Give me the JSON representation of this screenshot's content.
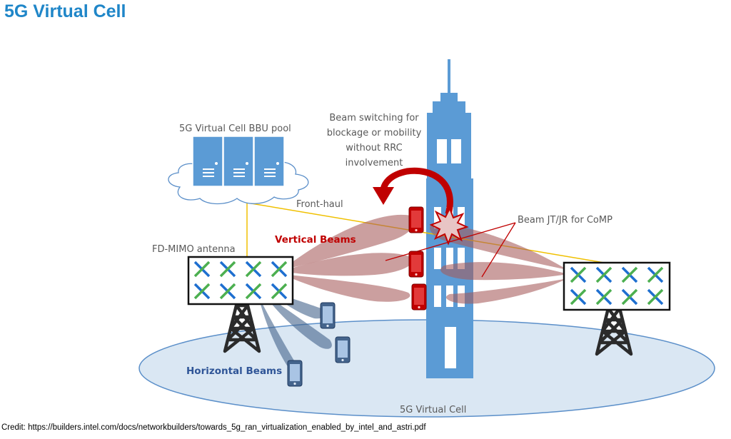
{
  "title": "5G Virtual Cell",
  "labels": {
    "bbu_pool": "5G Virtual Cell BBU pool",
    "beam_switching": [
      "Beam switching  for",
      "blockage or mobility",
      "without RRC",
      "involvement"
    ],
    "front_haul": "Front-haul",
    "beam_jt": "Beam JT/JR for CoMP",
    "fd_mimo": "FD-MIMO antenna",
    "vertical_beams": "Vertical Beams",
    "horizontal_beams": "Horizontal Beams",
    "virtual_cell": "5G Virtual Cell"
  },
  "credit": "Credit: https://builders.intel.com/docs/networkbuilders/towards_5g_ran_virtualization_enabled_by_intel_and_astri.pdf",
  "colors": {
    "title": "#1f86c8",
    "building": "#5b9bd5",
    "beam_red": "#a55a5a",
    "beam_blue": "#44648c",
    "phone_red": "#c00000",
    "link_yellow": "#f0c000",
    "ground_ellipse": "#dae7f3"
  }
}
